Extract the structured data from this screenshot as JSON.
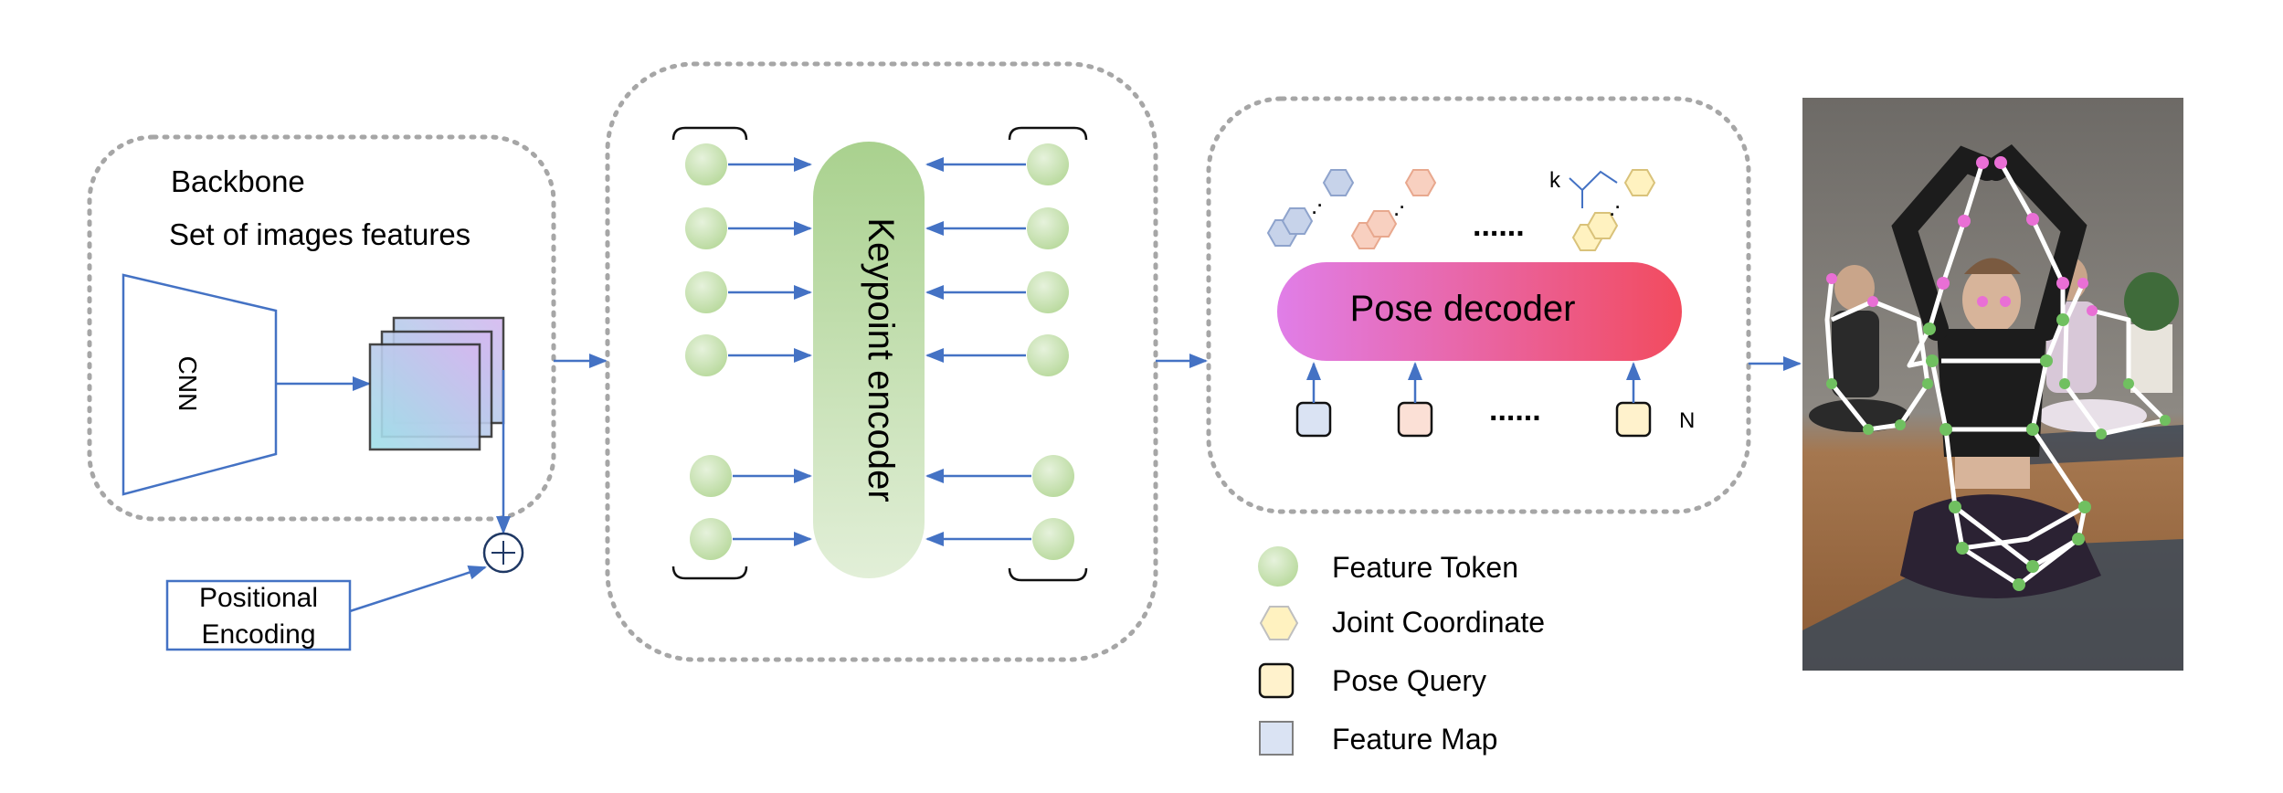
{
  "backbone": {
    "title": "Backbone",
    "subtitle": "Set of images features",
    "cnn_label": "CNN"
  },
  "positional_encoding": {
    "line1": "Positional",
    "line2": "Encoding"
  },
  "keypoint_encoder": {
    "label": "Keypoint  encoder"
  },
  "pose_decoder": {
    "label": "Pose decoder",
    "k_label": "k",
    "n_label": "N",
    "ellipsis": "......"
  },
  "legend": {
    "items": [
      {
        "icon": "feature-token-circle",
        "label": "Feature  Token"
      },
      {
        "icon": "joint-coordinate-hexagon",
        "label": "Joint Coordinate"
      },
      {
        "icon": "pose-query-square",
        "label": "Pose Query"
      },
      {
        "icon": "feature-map-square",
        "label": "Feature Map"
      }
    ]
  },
  "colors": {
    "arrow": "#4472c4",
    "dashed_border": "#a6a6a6",
    "token_green": "#c5e0b4",
    "encoder_green": "#b5d89a",
    "decoder_start": "#e07ee8",
    "decoder_end": "#f24b5e",
    "hex_blue": "#c7d3ea",
    "hex_peach": "#f8d0c0",
    "hex_yellow": "#fff2c0",
    "query_blue": "#dae3f3",
    "query_peach": "#fbe0d6",
    "query_yellow": "#fff2cc",
    "skeleton_white": "#ffffff",
    "joint_pink": "#e96fd5",
    "joint_green": "#70c060"
  }
}
